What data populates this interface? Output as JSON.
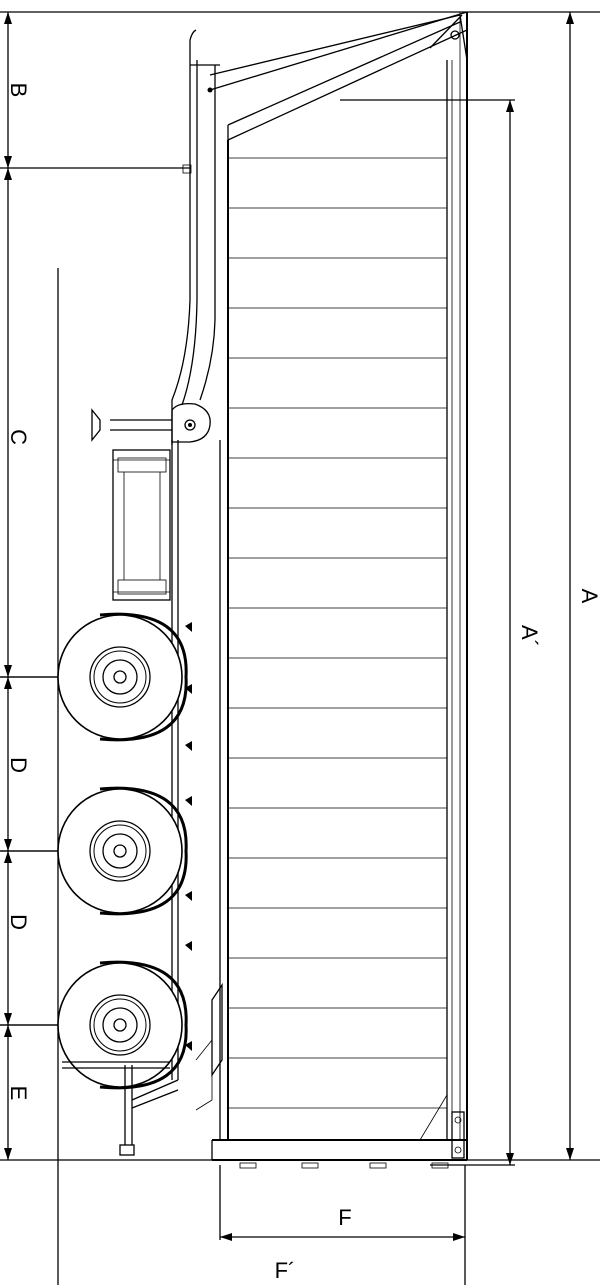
{
  "labels": {
    "A": "A",
    "A_prime": "A´",
    "B": "B",
    "C": "C",
    "D1": "D",
    "D2": "D",
    "E": "E",
    "F": "F",
    "F_prime": "F´"
  }
}
